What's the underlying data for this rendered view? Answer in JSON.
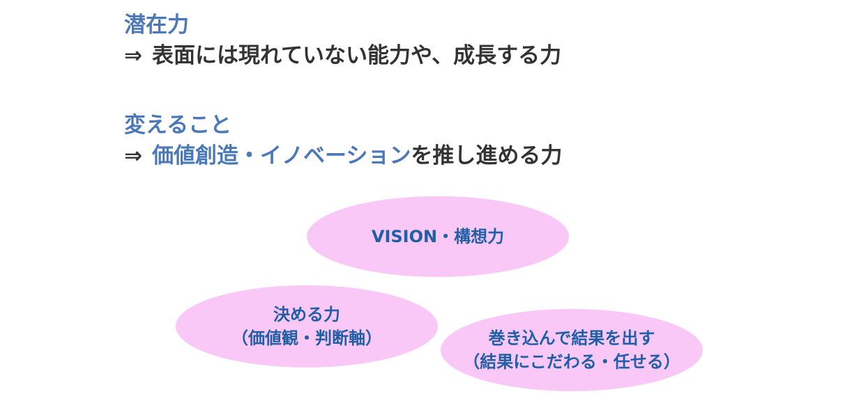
{
  "sections": [
    {
      "heading": "潜在力",
      "arrow": "⇒",
      "description": "表面には現れていない能力や、成長する力"
    },
    {
      "heading": "変えること",
      "arrow": "⇒",
      "description_accent": "価値創造・イノベーション",
      "description_rest": "を推し進める力"
    }
  ],
  "ellipses": [
    {
      "line1": "VISION・構想力"
    },
    {
      "line1": "決める力",
      "line2": "（価値観・判断軸）"
    },
    {
      "line1": "巻き込んで結果を出す",
      "line2": "（結果にこだわる・任せる）"
    }
  ],
  "colors": {
    "heading_blue": "#4a78b8",
    "ellipse_text_blue": "#1f5fa8",
    "ellipse_fill_pink": "#f9c8f7",
    "body_text": "#333333"
  }
}
